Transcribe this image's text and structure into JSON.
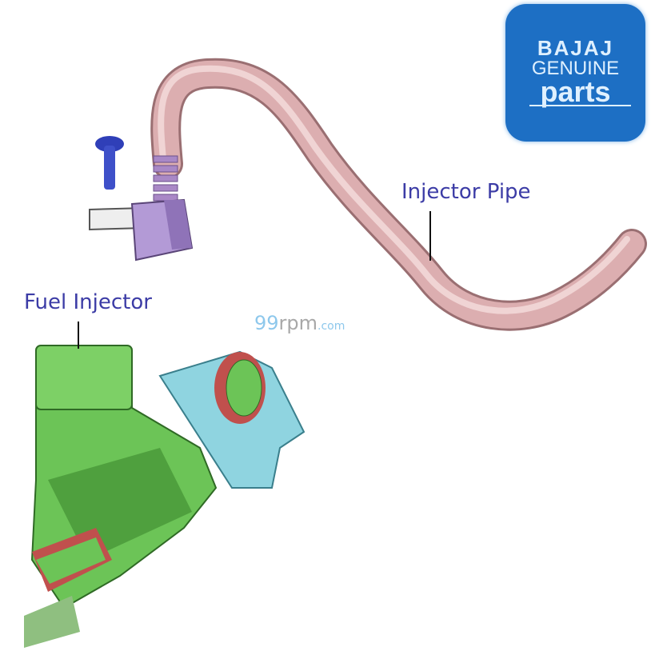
{
  "logo": {
    "brand": "BAJAJ",
    "line2": "GENUINE",
    "line3": "parts",
    "color": "#1d6fc4"
  },
  "watermark": {
    "digits": "99",
    "rpm": "rpm",
    "suffix": ".com"
  },
  "labels": {
    "injector_pipe": "Injector Pipe",
    "fuel_injector": "Fuel Injector",
    "color": "#3c3ca6"
  },
  "parts": {
    "pipe_color": "#dcaeb0",
    "fitting_color": "#b39ad6",
    "bolt_color": "#2f3fb8",
    "injector_color": "#6cc457",
    "clip_color": "#8fd4e0",
    "seal_color": "#c0504d"
  }
}
